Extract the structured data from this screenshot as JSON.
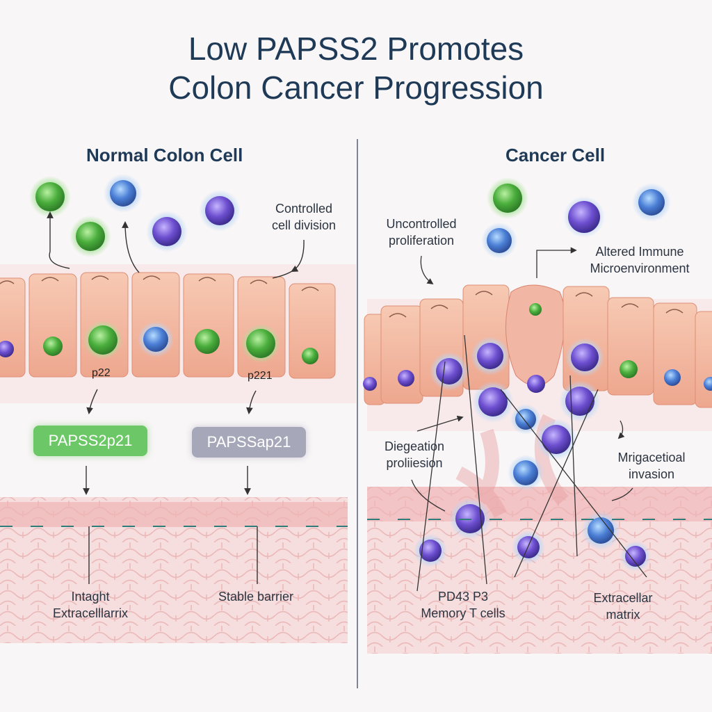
{
  "title_line1": "Low PAPSS2 Promotes",
  "title_line2": "Colon Cancer Progression",
  "left": {
    "heading": "Normal Colon Cell",
    "controlled_line1": "Controlled",
    "controlled_line2": "cell division",
    "p21_a": "p22",
    "p21_b": "p221",
    "pill_green": "PAPSS2p21",
    "pill_grey": "PAPSSap21",
    "bottom_left_line1": "Intaght",
    "bottom_left_line2": "Extracelllarrix",
    "bottom_right": "Stable barrier"
  },
  "right": {
    "heading": "Cancer Cell",
    "uncontrolled_line1": "Uncontrolled",
    "uncontrolled_line2": "proliferation",
    "immune_line1": "Altered Immune",
    "immune_line2": "Microenvironment",
    "diff_line1": "Diegeation",
    "diff_line2": "proliiesion",
    "mig_line1": "Mrigacetioal",
    "mig_line2": "invasion",
    "pd_line1": "PD43  P3",
    "pd_line2": "Memory T cells",
    "ecm_line1": "Extracellar",
    "ecm_line2": "matrix"
  },
  "colors": {
    "title": "#1f3a57",
    "green_cell": "#59b94a",
    "purple_cell": "#6f55c6",
    "blue_cell": "#4f8fd9",
    "epithelium": "#f3b9a3",
    "tissue": "#f1c6c6"
  }
}
